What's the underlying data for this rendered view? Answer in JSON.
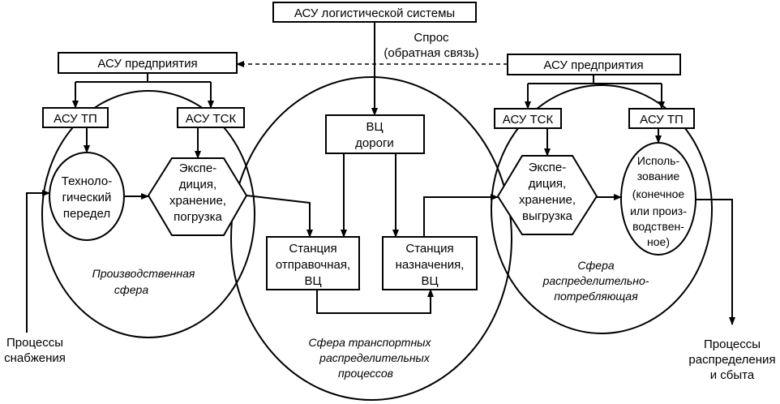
{
  "top_system": "АСУ логистической системы",
  "demand": [
    "Спрос",
    "(обратная связь)"
  ],
  "left": {
    "enterprise": "АСУ предприятия",
    "tp": "АСУ ТП",
    "tsk": "АСУ ТСК",
    "process": [
      "Техноло-",
      "гический",
      "передел"
    ],
    "handling": [
      "Экспе-",
      "диция,",
      "хранение,",
      "погрузка"
    ],
    "sphere": [
      "Производственная",
      "сфера"
    ],
    "input": [
      "Процессы",
      "снабжения"
    ]
  },
  "center": {
    "vc_road": [
      "ВЦ",
      "дороги"
    ],
    "station_depart": [
      "Станция",
      "отправочная,",
      "ВЦ"
    ],
    "station_dest": [
      "Станция",
      "назначения,",
      "ВЦ"
    ],
    "sphere": [
      "Сфера транспортных",
      "распределительных",
      "процессов"
    ]
  },
  "right": {
    "enterprise": "АСУ предприятия",
    "tsk": "АСУ ТСК",
    "tp": "АСУ ТП",
    "handling": [
      "Экспе-",
      "диция,",
      "хранение,",
      "выгрузка"
    ],
    "usage": [
      "Исполь-",
      "зование",
      "(конечное",
      "или произ-",
      "водствен-",
      "ное)"
    ],
    "sphere": [
      "Сфера",
      "распределительно-",
      "потребляющая"
    ],
    "output": [
      "Процессы",
      "распределения",
      "и сбыта"
    ]
  }
}
